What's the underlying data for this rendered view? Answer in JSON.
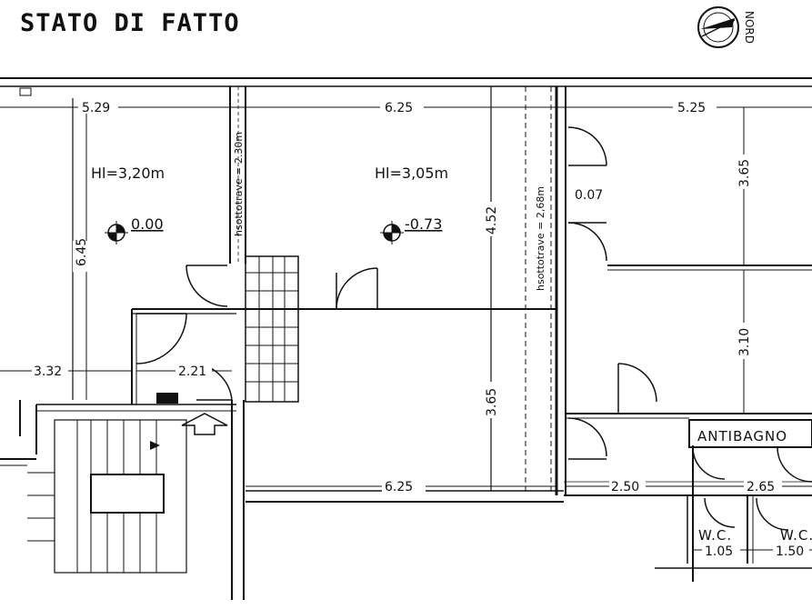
{
  "title": "STATO DI FATTO",
  "north_label": "NORD",
  "heights": {
    "left_room": "Hl=3,20m",
    "center_room": "Hl=3,05m"
  },
  "levels": {
    "left_room": "0.00",
    "center_room": "-0.73"
  },
  "beam_notes": {
    "left": "hsottotrave = 2.30m",
    "right": "hsottotrave = 2,68m"
  },
  "dimensions": {
    "d1": "5.29",
    "d2": "6.25",
    "d3": "5.25",
    "d4": "6.45",
    "d5": "4.52",
    "d6": "3.65",
    "d7": "3.32",
    "d8": "2.21",
    "d9": "3.65",
    "d10": "3.10",
    "d11": "6.25",
    "d12": "2.50",
    "d13": "2.65",
    "d14": "1.05",
    "d15": "1.50",
    "d16": "0.07"
  },
  "rooms": {
    "antibagno": "ANTIBAGNO",
    "wc1": "W.C.",
    "wc2": "W.C."
  },
  "icons": [
    "north-arrow-icon",
    "level-marker-icon",
    "stair-arrow-icon"
  ]
}
